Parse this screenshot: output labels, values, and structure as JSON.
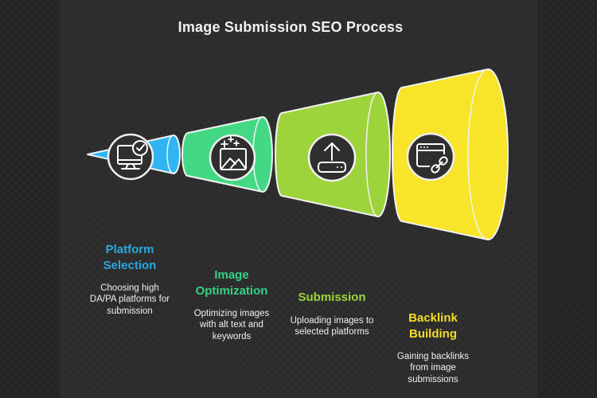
{
  "title": "Image Submission SEO Process",
  "background": {
    "outer": "#252525",
    "canvas": "#2e2e2e"
  },
  "funnel": {
    "outline_color": "#f2f2f2",
    "icon_circle_fill": "#2f2f2f",
    "icon_color": "#ffffff"
  },
  "stages": [
    {
      "name": "Platform Selection",
      "heading": "Platform\nSelection",
      "description": "Choosing high\nDA/PA platforms for\nsubmission",
      "shape_color": "#2fb5f3",
      "heading_color": "#2aa9e0",
      "icon": "monitor-check-icon"
    },
    {
      "name": "Image Optimization",
      "heading": "Image\nOptimization",
      "description": "Optimizing images\nwith alt text and\nkeywords",
      "shape_color": "#43d984",
      "heading_color": "#35d286",
      "icon": "image-sparkles-icon"
    },
    {
      "name": "Submission",
      "heading": "Submission",
      "description": "Uploading images to\nselected platforms",
      "shape_color": "#9ed43b",
      "heading_color": "#9ed43b",
      "icon": "upload-icon"
    },
    {
      "name": "Backlink Building",
      "heading": "Backlink\nBuilding",
      "description": "Gaining backlinks\nfrom image\nsubmissions",
      "shape_color": "#f8e428",
      "heading_color": "#f2dd26",
      "icon": "browser-link-icon"
    }
  ]
}
